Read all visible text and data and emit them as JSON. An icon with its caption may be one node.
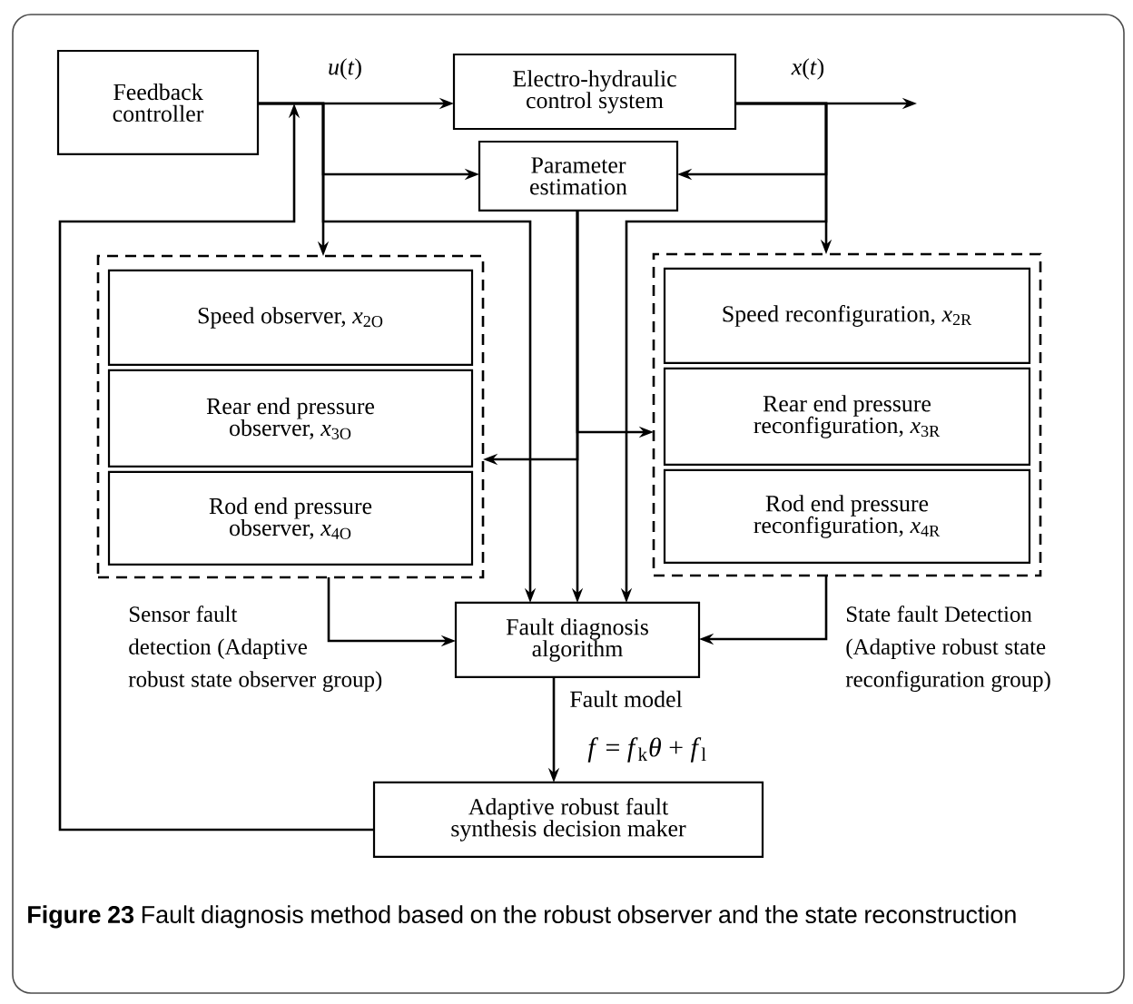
{
  "diagram": {
    "caption": "**Figure 23** Fault diagnosis method based on the robust observer and the state reconstruction",
    "nodes": [
      {
        "text": [
          "Feedback controller"
        ]
      },
      {
        "text": [
          "Electro-hydraulic control system"
        ]
      },
      {
        "text": [
          "Parameter estimation"
        ]
      },
      {
        "text": [
          "Sensor fault detection (Adaptive robust state observer group)"
        ]
      },
      {
        "text": [
          "Speed observer, *x*$_{2O}$"
        ],
        "in": 3
      },
      {
        "text": [
          "Rear end pressure observer, *x*$_{3O}$"
        ],
        "in": 3
      },
      {
        "text": [
          "Rod end pressure observer, *x*$_{4O}$"
        ],
        "in": 3
      },
      {
        "text": [
          "State fault Detection (Adaptive robust state reconfiguration group)"
        ]
      },
      {
        "text": [
          "Speed reconfiguration, *x*$_{2R}$"
        ],
        "in": 7
      },
      {
        "text": [
          "Rear end pressure reconfiguration, *x*$_{3R}$"
        ],
        "in": 7
      },
      {
        "text": [
          "Rod end pressure reconfiguration, *x*$_{4R}$"
        ],
        "in": 7
      },
      {
        "text": [
          "Fault diagnosis algorithm"
        ]
      },
      {
        "text": [
          "Adaptive robust fault synthesis decision maker"
        ]
      }
    ],
    "edges": [
      {
        "from": 0,
        "to": 1,
        "arrow": "to",
        "label": "*u*(*t*)"
      },
      {
        "from": 1,
        "to": null,
        "arrow": "to",
        "label": "*x*(*t*)"
      },
      {
        "from": 0,
        "to": 2,
        "arrow": "to"
      },
      {
        "from": 0,
        "to": 3,
        "arrow": "to"
      },
      {
        "from": 0,
        "to": 11,
        "arrow": "to"
      },
      {
        "from": 1,
        "to": 2,
        "arrow": "to"
      },
      {
        "from": 1,
        "to": 7,
        "arrow": "to"
      },
      {
        "from": 1,
        "to": 11,
        "arrow": "to"
      },
      {
        "from": 2,
        "to": 11,
        "arrow": "to"
      },
      {
        "from": 2,
        "to": 3,
        "arrow": "to"
      },
      {
        "from": 2,
        "to": 7,
        "arrow": "to"
      },
      {
        "from": 3,
        "to": 11,
        "arrow": "to"
      },
      {
        "from": 7,
        "to": 11,
        "arrow": "to"
      },
      {
        "from": 11,
        "to": 12,
        "arrow": "to",
        "label": "Fault model"
      },
      {
        "from": 12,
        "to": null,
        "arrow": "to"
      }
    ],
    "labels": [
      "*f* = *f*$_{k}$*θ* + *f*$_{l}$"
    ]
  }
}
